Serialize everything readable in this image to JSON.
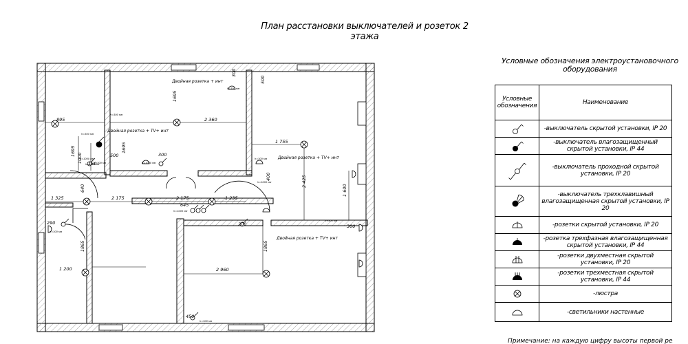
{
  "title": {
    "line1": "План расстановки выключателей и розеток 2",
    "line2": "этажа"
  },
  "legend": {
    "title_line1": "Условные обозначения электроустановочного",
    "title_line2": "оборудования",
    "header_symbol": "Условные обозначения",
    "header_name": "Наименование",
    "rows": [
      {
        "icon": "switch-ip20-icon",
        "name": "-выключатель скрытой установки, IP 20"
      },
      {
        "icon": "switch-ip44-icon",
        "name": "-выключатель влагозащищенный скрытой установки, IP 44"
      },
      {
        "icon": "pass-switch-icon",
        "name": "-выключатель проходной скрытой установки, IP 20"
      },
      {
        "icon": "triple-switch-icon",
        "name": "-выключатель трехклавишный влагозащищенная скрытой установки, IP 20"
      },
      {
        "icon": "socket-ip20-icon",
        "name": "-розетки скрытой установки, IP 20"
      },
      {
        "icon": "socket-3phase-icon",
        "name": "-розетка трехфазная влагозащищенная скрытой установки, IP 44"
      },
      {
        "icon": "socket-double-icon",
        "name": "-розетки двухместная скрытой установки, IP 20"
      },
      {
        "icon": "socket-triple-icon",
        "name": "-розетки трехместная скрытой установки, IP 44"
      },
      {
        "icon": "chandelier-icon",
        "name": "-люстра"
      },
      {
        "icon": "wall-light-icon",
        "name": "-светильники настенные"
      }
    ]
  },
  "footer_note": "Примечание: на каждую цифру высоты первой рей",
  "plan": {
    "dims": {
      "d895": "895",
      "d1695a": "1695",
      "d1000": "1000",
      "d150": "150",
      "d500a": "500",
      "d1695b": "1695",
      "d300a": "300",
      "d1695c": "1695",
      "d500b": "500",
      "d300b": "300",
      "d2360": "2 360",
      "d1755": "1 755",
      "d2425": "2 425",
      "d1600": "1 600",
      "d1325": "1 325",
      "d2175a": "2 175",
      "d640": "640",
      "d2175b": "2 175",
      "d645": "645",
      "d1235": "1 235",
      "d290": "290",
      "d1865a": "1865",
      "d200": "200",
      "d300c": "300",
      "d1865b": "1865",
      "d1200": "1 200",
      "d2960": "2 960",
      "d450": "450",
      "d400": "400"
    },
    "labels": {
      "outlet_top": "Двойная розетка + инт",
      "outlet_left": "Двойная розетка + TV+ инт",
      "outlet_right": "Двойная розетка + TV+ инт",
      "outlet_bottom": "Двойная розетка + TV+ инт",
      "h300a": "h=300 мм",
      "h300b": "h=300 мм",
      "h300c": "h=300 мм",
      "h1000a": "h=1000 мм",
      "h1000b": "h=1000 мм",
      "h300d": "h=300 мм",
      "h1000c": "h=1000 мм",
      "h1000d": "h=1000 мм",
      "h300e": "h=300 мм",
      "h1000e": "h=1000 мм",
      "h300f": "h=300 мм",
      "h300g": "h=300 мм",
      "h300h": "h=300 мм"
    }
  }
}
